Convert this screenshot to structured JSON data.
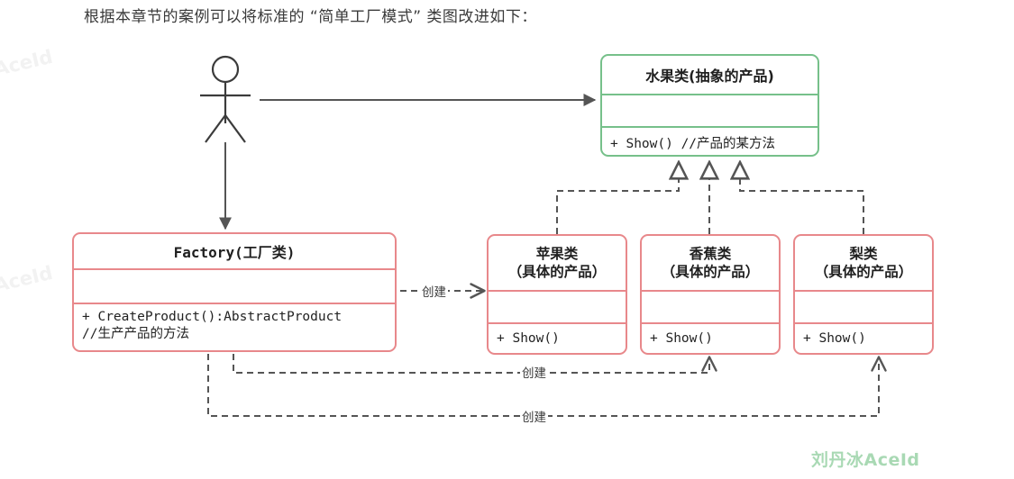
{
  "heading": "根据本章节的案例可以将标准的 “简单工厂模式” 类图改进如下：",
  "colors": {
    "abstract_border": "#76c08a",
    "concrete_border": "#e8888b",
    "connector": "#555555",
    "brand": "#a9d9b4"
  },
  "actor": {
    "name": "actor-stick-figure"
  },
  "classes": {
    "abstract_product": {
      "title": "水果类(抽象的产品)",
      "attributes": "",
      "operations": "+ Show() //产品的某方法"
    },
    "factory": {
      "title": "Factory(工厂类)",
      "attributes": "",
      "operation_signature": "+ CreateProduct():AbstractProduct",
      "operation_comment": "//生产产品的方法"
    },
    "apple": {
      "title_line1": "苹果类",
      "title_line2": "（具体的产品）",
      "attributes": "",
      "operations": "+ Show()"
    },
    "banana": {
      "title_line1": "香蕉类",
      "title_line2": "（具体的产品）",
      "attributes": "",
      "operations": "+ Show()"
    },
    "pear": {
      "title_line1": "梨类",
      "title_line2": "（具体的产品）",
      "attributes": "",
      "operations": "+ Show()"
    }
  },
  "edges": {
    "create_apple": "创建",
    "create_banana": "创建",
    "create_pear": "创建"
  },
  "watermarks": {
    "faint_left_top": "AceId",
    "faint_left_mid": "AceId",
    "brand": "刘丹冰AceId"
  }
}
